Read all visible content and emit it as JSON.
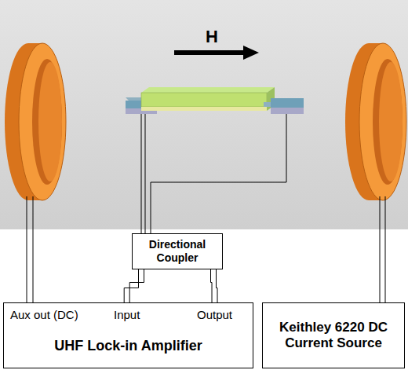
{
  "diagram": {
    "nodes": [
      {
        "text": [
          "Directional Coupler"
        ]
      },
      {
        "text": [
          "Aux out (DC)",
          "Input",
          "Output",
          "UHF Lock-in Amplifier"
        ]
      },
      {
        "text": [
          "Keithley 6220 DC Current Source"
        ]
      }
    ],
    "edges": [
      {
        "from": 1,
        "to": 0,
        "arrow": "none"
      },
      {
        "from": 1,
        "to": 0,
        "arrow": "none"
      }
    ],
    "labels": [
      "H"
    ]
  }
}
